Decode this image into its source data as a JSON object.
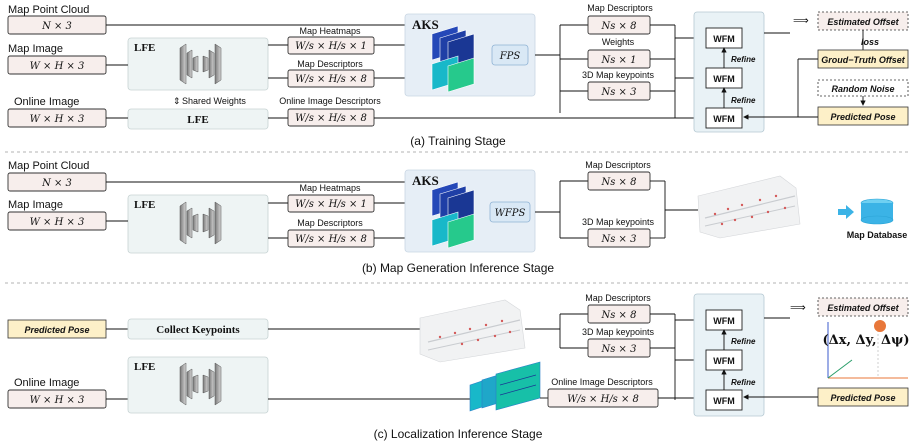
{
  "training": {
    "map_point_cloud": "Map Point Cloud",
    "map_point_cloud_dim": "N × 3",
    "map_image": "Map Image",
    "map_image_dim": "W × H × 3",
    "online_image": "Online Image",
    "online_image_dim": "W × H × 3",
    "lfe_top": "LFE",
    "lfe_bottom": "LFE",
    "shared_weights": "Shared Weights",
    "map_heatmaps": "Map Heatmaps",
    "map_heatmaps_dim": "W/s × H/s × 1",
    "map_descriptors_mid": "Map Descriptors",
    "map_descriptors_mid_dim": "W/s × H/s × 8",
    "online_image_descriptors": "Online Image Descriptors",
    "online_image_descriptors_dim": "W/s × H/s × 8",
    "aks": "AKS",
    "fps": "FPS",
    "map_descriptors": "Map Descriptors",
    "map_descriptors_dim": "Ns × 8",
    "weights": "Weights",
    "weights_dim": "Ns × 1",
    "map_keypoints": "3D Map keypoints",
    "map_keypoints_dim": "Ns × 3",
    "wfm": "WFM",
    "refine": "Refine",
    "estimated_offset": "Estimated Offset",
    "loss": "loss",
    "ground_truth_offset": "Groud−Truth Offset",
    "random_noise": "Random Noise",
    "predicted_pose": "Predicted Pose",
    "caption": "(a) Training Stage"
  },
  "mapgen": {
    "map_point_cloud": "Map Point Cloud",
    "map_point_cloud_dim": "N × 3",
    "map_image": "Map Image",
    "map_image_dim": "W × H × 3",
    "lfe": "LFE",
    "map_heatmaps": "Map Heatmaps",
    "map_heatmaps_dim": "W/s × H/s × 1",
    "map_descriptors_mid": "Map Descriptors",
    "map_descriptors_mid_dim": "W/s × H/s × 8",
    "aks": "AKS",
    "wfps": "WFPS",
    "map_descriptors": "Map Descriptors",
    "map_descriptors_dim": "Ns × 8",
    "map_keypoints": "3D Map keypoints",
    "map_keypoints_dim": "Ns × 3",
    "map_database": "Map Database",
    "caption": "(b) Map Generation Inference Stage"
  },
  "localization": {
    "predicted_pose_in": "Predicted Pose",
    "collect_keypoints": "Collect Keypoints",
    "online_image": "Online Image",
    "online_image_dim": "W × H × 3",
    "lfe": "LFE",
    "map_descriptors": "Map Descriptors",
    "map_descriptors_dim": "Ns × 8",
    "map_keypoints": "3D Map keypoints",
    "map_keypoints_dim": "Ns × 3",
    "online_image_descriptors": "Online Image Descriptors",
    "online_image_descriptors_dim": "W/s × H/s × 8",
    "wfm": "WFM",
    "refine": "Refine",
    "estimated_offset": "Estimated Offset",
    "delta": "(Δx, Δy, Δψ)",
    "predicted_pose_out": "Predicted Pose",
    "caption": "(c) Localization Inference Stage"
  },
  "colors": {
    "input_fill": "#f7eeec",
    "lfe_fill": "#eef4f4",
    "aks_fill": "#e6eef6",
    "wfm_panel": "#e9f2f6",
    "pose_fill": "#fdf0c8",
    "database_blue": "#3bb3e6",
    "dot_orange": "#e8773a"
  }
}
